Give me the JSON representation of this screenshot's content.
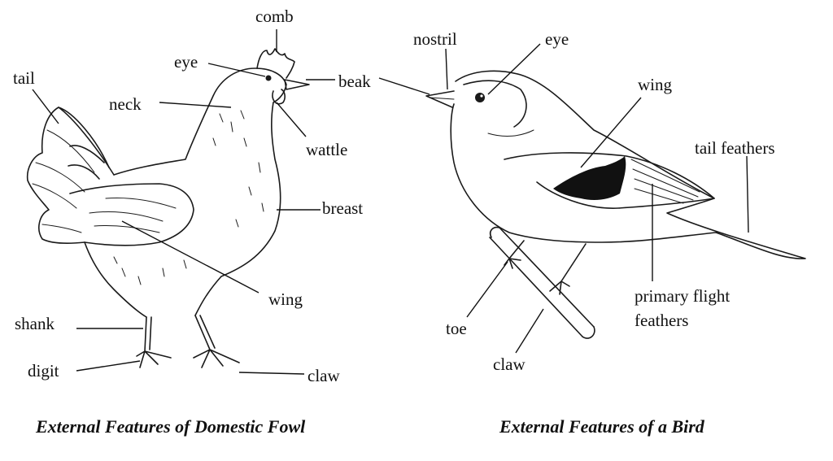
{
  "fowl": {
    "caption": "External Features of Domestic Fowl",
    "labels": {
      "comb": "comb",
      "eye": "eye",
      "tail": "tail",
      "neck": "neck",
      "beak": "beak",
      "wattle": "wattle",
      "breast": "breast",
      "wing": "wing",
      "shank": "shank",
      "digit": "digit",
      "claw": "claw"
    }
  },
  "bird": {
    "caption": "External Features of a Bird",
    "labels": {
      "nostril": "nostril",
      "eye": "eye",
      "wing": "wing",
      "tail_feathers": "tail feathers",
      "primary_flight_line1": "primary flight",
      "primary_flight_line2": "feathers",
      "toe": "toe",
      "claw": "claw"
    }
  },
  "colors": {
    "ink": "#1a1a1a",
    "background": "#ffffff",
    "wing_patch": "#111111"
  }
}
